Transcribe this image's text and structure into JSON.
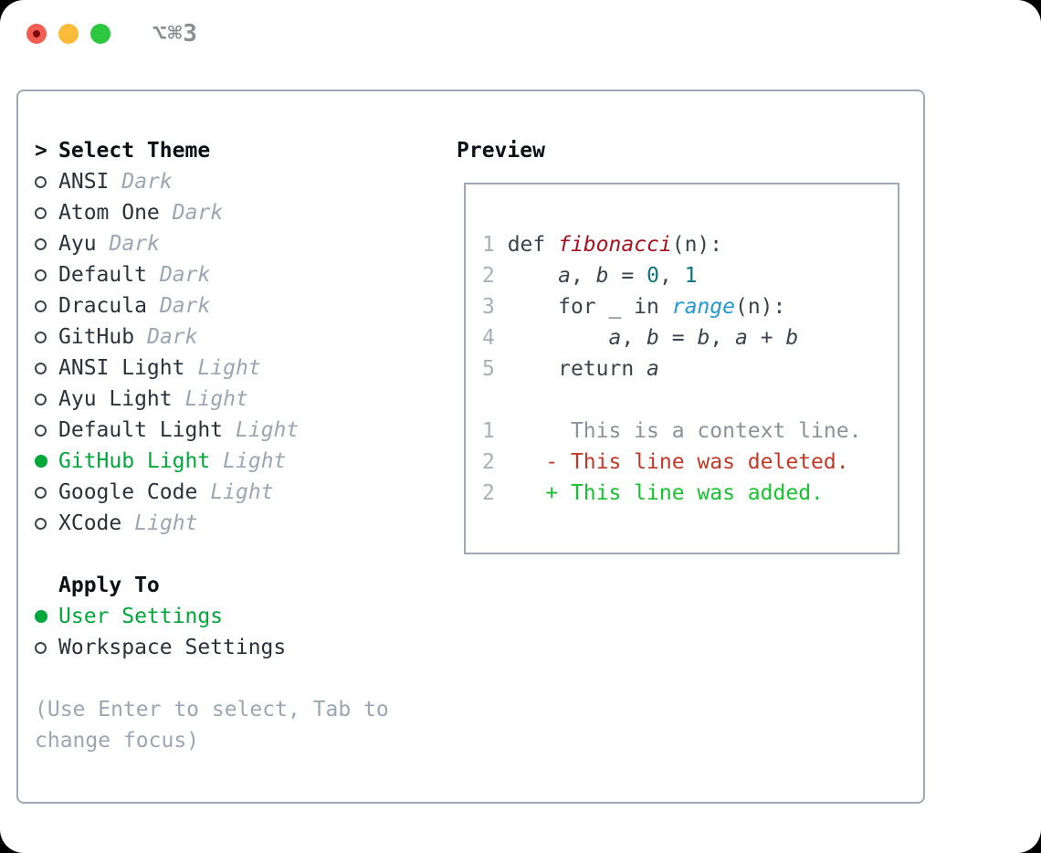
{
  "window": {
    "title": "⌥⌘3"
  },
  "theme_picker": {
    "prompt": ">",
    "header": "Select Theme",
    "items": [
      {
        "name": "ANSI",
        "variant": "Dark",
        "selected": false
      },
      {
        "name": "Atom One",
        "variant": "Dark",
        "selected": false
      },
      {
        "name": "Ayu",
        "variant": "Dark",
        "selected": false
      },
      {
        "name": "Default",
        "variant": "Dark",
        "selected": false
      },
      {
        "name": "Dracula",
        "variant": "Dark",
        "selected": false
      },
      {
        "name": "GitHub",
        "variant": "Dark",
        "selected": false
      },
      {
        "name": "ANSI Light",
        "variant": "Light",
        "selected": false
      },
      {
        "name": "Ayu Light",
        "variant": "Light",
        "selected": false
      },
      {
        "name": "Default Light",
        "variant": "Light",
        "selected": false
      },
      {
        "name": "GitHub Light",
        "variant": "Light",
        "selected": true
      },
      {
        "name": "Google Code",
        "variant": "Light",
        "selected": false
      },
      {
        "name": "XCode",
        "variant": "Light",
        "selected": false
      }
    ],
    "apply_to": {
      "header": "Apply To",
      "options": [
        {
          "label": "User Settings",
          "selected": true
        },
        {
          "label": "Workspace Settings",
          "selected": false
        }
      ]
    },
    "hint": "(Use Enter to select, Tab to change focus)"
  },
  "preview": {
    "header": "Preview",
    "code_lines": [
      {
        "num": "1",
        "tokens": [
          {
            "text": " def ",
            "style": "plain"
          },
          {
            "text": "fibonacci",
            "style": "fn"
          },
          {
            "text": "(n):",
            "style": "plain"
          }
        ]
      },
      {
        "num": "2",
        "tokens": [
          {
            "text": "     ",
            "style": "plain"
          },
          {
            "text": "a",
            "style": "var"
          },
          {
            "text": ", ",
            "style": "plain"
          },
          {
            "text": "b",
            "style": "var"
          },
          {
            "text": " = ",
            "style": "plain"
          },
          {
            "text": "0",
            "style": "num"
          },
          {
            "text": ", ",
            "style": "plain"
          },
          {
            "text": "1",
            "style": "num"
          }
        ]
      },
      {
        "num": "3",
        "tokens": [
          {
            "text": "     for _ in ",
            "style": "plain"
          },
          {
            "text": "range",
            "style": "builtin"
          },
          {
            "text": "(n):",
            "style": "plain"
          }
        ]
      },
      {
        "num": "4",
        "tokens": [
          {
            "text": "         ",
            "style": "plain"
          },
          {
            "text": "a",
            "style": "var"
          },
          {
            "text": ", ",
            "style": "plain"
          },
          {
            "text": "b",
            "style": "var"
          },
          {
            "text": " = ",
            "style": "plain"
          },
          {
            "text": "b",
            "style": "var"
          },
          {
            "text": ", ",
            "style": "plain"
          },
          {
            "text": "a",
            "style": "var"
          },
          {
            "text": " + ",
            "style": "plain"
          },
          {
            "text": "b",
            "style": "var"
          }
        ]
      },
      {
        "num": "5",
        "tokens": [
          {
            "text": "     return ",
            "style": "plain"
          },
          {
            "text": "a",
            "style": "var"
          }
        ]
      }
    ],
    "diff_lines": [
      {
        "num": "1",
        "kind": "context",
        "tokens": [
          {
            "text": "      This is a context line.",
            "style": "context"
          }
        ]
      },
      {
        "num": "2",
        "kind": "deleted",
        "tokens": [
          {
            "text": "    - This line was deleted.",
            "style": "del"
          }
        ]
      },
      {
        "num": "2",
        "kind": "added",
        "tokens": [
          {
            "text": "    + This line was added.",
            "style": "add"
          }
        ]
      }
    ]
  },
  "colors": {
    "accent_green": "#00a83a",
    "added_green": "#16c22d",
    "deleted_red": "#c23a25",
    "fn_red": "#a5131f",
    "num_teal": "#0e757d",
    "builtin_blue": "#1f98d5",
    "code_plain": "#3b434c",
    "line_number": "#a7b0ba",
    "context_gray": "#8b9199",
    "muted": "#9ba6b2",
    "text_dark": "#2b323a",
    "border": "#9fa9b4",
    "titlebar_text": "#8b8e92",
    "traffic_red": "#f35d51",
    "traffic_red_dot": "#7c0a02",
    "traffic_yellow": "#f9bb38",
    "traffic_green": "#2bc840"
  }
}
